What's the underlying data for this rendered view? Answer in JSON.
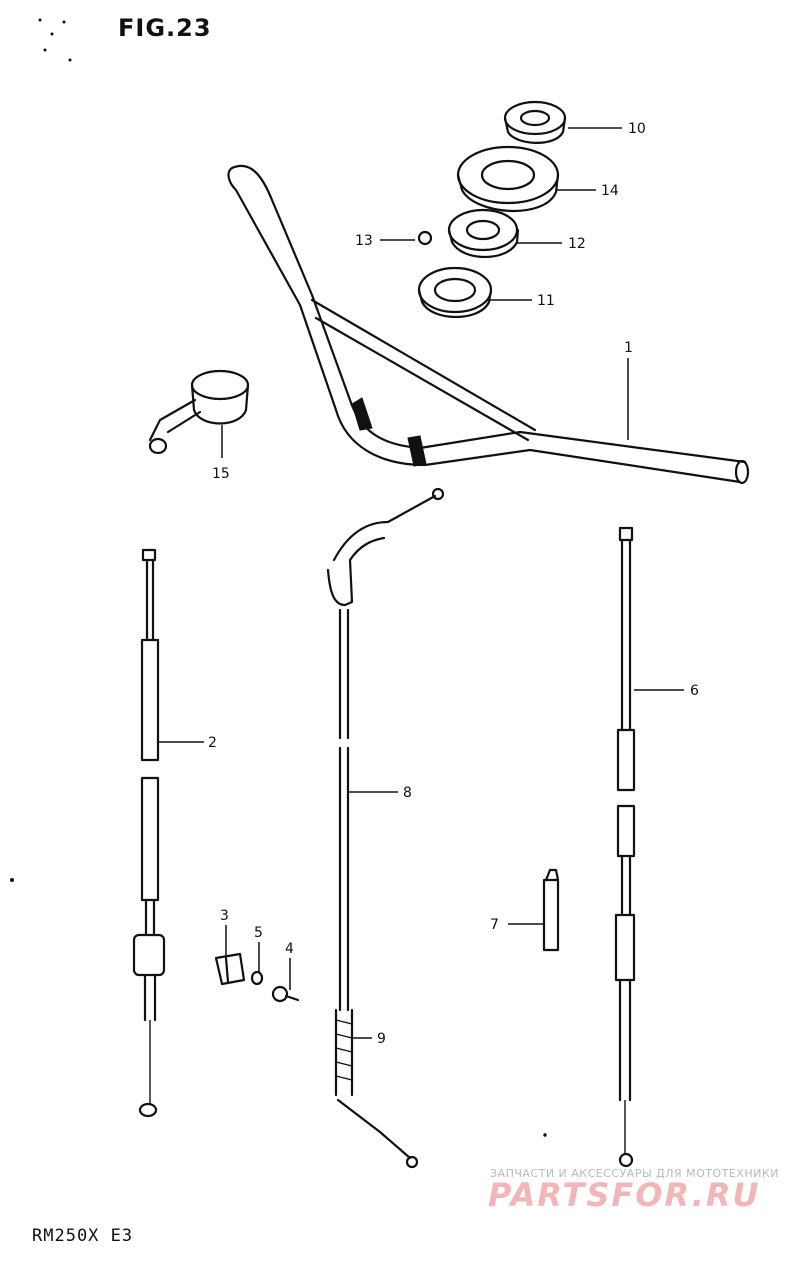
{
  "figure": {
    "title": "FIG.23",
    "model_code": "RM250X  E3"
  },
  "watermark": {
    "tagline": "ЗАПЧАСТИ И АКСЕССУАРЫ ДЛЯ МОТОТЕХНИКИ",
    "logo": "PARTSFOR.RU"
  },
  "callouts": [
    "1",
    "2",
    "3",
    "4",
    "5",
    "6",
    "7",
    "8",
    "9",
    "10",
    "11",
    "12",
    "13",
    "14",
    "15"
  ],
  "colors": {
    "ink": "#111111",
    "watermark_red": "#f2b6b6",
    "watermark_gray": "#b9b9b9"
  }
}
